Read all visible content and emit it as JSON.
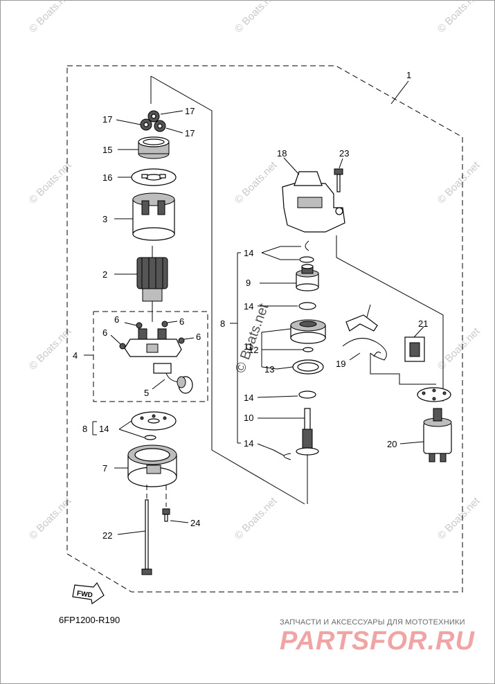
{
  "diagram_code": "6FP1200-R190",
  "direction_label": "FWD",
  "watermark_text": "© Boats.net",
  "footer": {
    "tagline": "ЗАПЧАСТИ И АКСЕССУАРЫ ДЛЯ МОТОТЕХНИКИ",
    "brand": "PARTSFOR.RU"
  },
  "callouts": {
    "c1": "1",
    "c2": "2",
    "c3": "3",
    "c4": "4",
    "c5": "5",
    "c6a": "6",
    "c6b": "6",
    "c6c": "6",
    "c6d": "6",
    "c7": "7",
    "c8a": "8",
    "c8b": "8",
    "c9": "9",
    "c10": "10",
    "c11": "11",
    "c12": "12",
    "c13": "13",
    "c14a": "14",
    "c14b": "14",
    "c14c": "14",
    "c14d": "14",
    "c14e": "14",
    "c15": "15",
    "c16": "16",
    "c17a": "17",
    "c17b": "17",
    "c17c": "17",
    "c18": "18",
    "c19": "19",
    "c20": "20",
    "c21": "21",
    "c22": "22",
    "c23": "23",
    "c24": "24"
  }
}
